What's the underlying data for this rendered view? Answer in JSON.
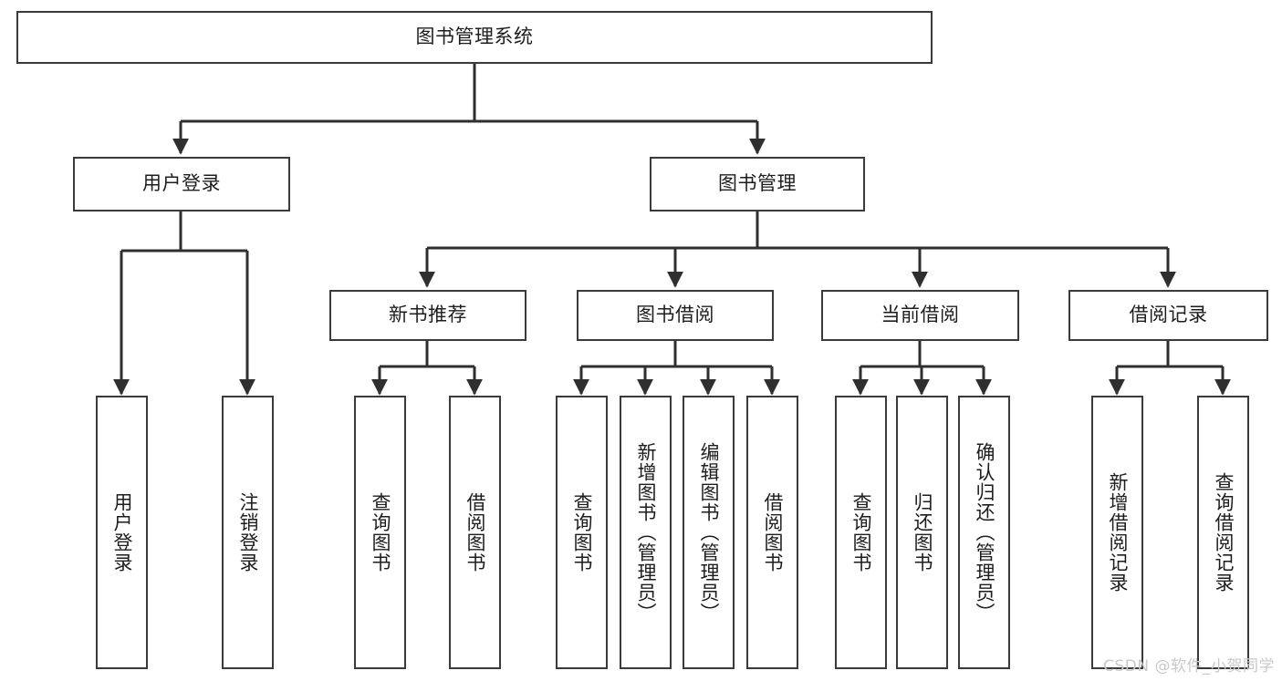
{
  "diagram": {
    "title": "图书管理系统",
    "type": "tree",
    "orientation": "top-down",
    "colors": {
      "box_border": "#3a3a3a",
      "box_fill": "#ffffff",
      "connector": "#2f2f2f",
      "text": "#1d1d1d",
      "watermark": "#c9c9c9",
      "background": "#ffffff"
    },
    "root": {
      "id": "root",
      "label": "图书管理系统",
      "orientation": "horizontal"
    },
    "level2": [
      {
        "id": "user-login",
        "label": "用户登录",
        "orientation": "horizontal"
      },
      {
        "id": "book-manage",
        "label": "图书管理",
        "orientation": "horizontal"
      }
    ],
    "level3": [
      {
        "id": "new-book-rec",
        "label": "新书推荐",
        "orientation": "horizontal",
        "parent": "book-manage"
      },
      {
        "id": "book-borrow",
        "label": "图书借阅",
        "orientation": "horizontal",
        "parent": "book-manage"
      },
      {
        "id": "current-borrow",
        "label": "当前借阅",
        "orientation": "horizontal",
        "parent": "book-manage"
      },
      {
        "id": "borrow-record",
        "label": "借阅记录",
        "orientation": "horizontal",
        "parent": "book-manage"
      }
    ],
    "leaves": [
      {
        "id": "leaf-user-login",
        "label": "用户登录",
        "orientation": "vertical",
        "parent": "user-login"
      },
      {
        "id": "leaf-logout",
        "label": "注销登录",
        "orientation": "vertical",
        "parent": "user-login"
      },
      {
        "id": "leaf-query-book-1",
        "label": "查询图书",
        "orientation": "vertical",
        "parent": "new-book-rec"
      },
      {
        "id": "leaf-borrow-book-1",
        "label": "借阅图书",
        "orientation": "vertical",
        "parent": "new-book-rec"
      },
      {
        "id": "leaf-query-book-2",
        "label": "查询图书",
        "orientation": "vertical",
        "parent": "book-borrow"
      },
      {
        "id": "leaf-add-book",
        "label": "新增图书（管理员）",
        "orientation": "vertical",
        "parent": "book-borrow"
      },
      {
        "id": "leaf-edit-book",
        "label": "编辑图书（管理员）",
        "orientation": "vertical",
        "parent": "book-borrow"
      },
      {
        "id": "leaf-borrow-book-2",
        "label": "借阅图书",
        "orientation": "vertical",
        "parent": "book-borrow"
      },
      {
        "id": "leaf-query-book-3",
        "label": "查询图书",
        "orientation": "vertical",
        "parent": "current-borrow"
      },
      {
        "id": "leaf-return-book",
        "label": "归还图书",
        "orientation": "vertical",
        "parent": "current-borrow"
      },
      {
        "id": "leaf-confirm-return",
        "label": "确认归还（管理员）",
        "orientation": "vertical",
        "parent": "current-borrow"
      },
      {
        "id": "leaf-add-record",
        "label": "新增借阅记录",
        "orientation": "vertical",
        "parent": "borrow-record"
      },
      {
        "id": "leaf-query-record",
        "label": "查询借阅记录",
        "orientation": "vertical",
        "parent": "borrow-record"
      }
    ],
    "watermark": "CSDN @软件_小贺同学"
  }
}
